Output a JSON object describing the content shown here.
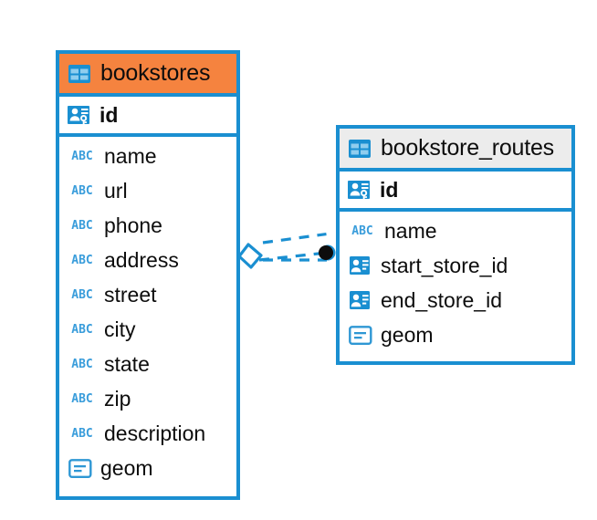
{
  "diagram": {
    "type": "entity-relationship-diagram",
    "colors": {
      "entity_border": "#1a8fd1",
      "header_highlight": "#f5833f",
      "header_default": "#ececec",
      "icon_blue": "#1a8fd1",
      "abc_blue": "#3a9ddb",
      "relation_line": "#1a8fd1",
      "relation_endpoint": "#0d0d0d",
      "text": "#0d0d0d"
    },
    "entities": [
      {
        "name": "bookstores",
        "header_style": "highlight",
        "table_icon": "table-icon",
        "primary_key": {
          "label": "id",
          "icon": "primary-key-icon"
        },
        "fields": [
          {
            "label": "name",
            "icon": "abc-text-icon",
            "icon_text": "ABC"
          },
          {
            "label": "url",
            "icon": "abc-text-icon",
            "icon_text": "ABC"
          },
          {
            "label": "phone",
            "icon": "abc-text-icon",
            "icon_text": "ABC"
          },
          {
            "label": "address",
            "icon": "abc-text-icon",
            "icon_text": "ABC"
          },
          {
            "label": "street",
            "icon": "abc-text-icon",
            "icon_text": "ABC"
          },
          {
            "label": "city",
            "icon": "abc-text-icon",
            "icon_text": "ABC"
          },
          {
            "label": "state",
            "icon": "abc-text-icon",
            "icon_text": "ABC"
          },
          {
            "label": "zip",
            "icon": "abc-text-icon",
            "icon_text": "ABC"
          },
          {
            "label": "description",
            "icon": "abc-text-icon",
            "icon_text": "ABC"
          },
          {
            "label": "geom",
            "icon": "geometry-icon",
            "icon_text": ""
          }
        ]
      },
      {
        "name": "bookstore_routes",
        "header_style": "default",
        "table_icon": "table-icon",
        "primary_key": {
          "label": "id",
          "icon": "primary-key-icon"
        },
        "fields": [
          {
            "label": "name",
            "icon": "abc-text-icon",
            "icon_text": "ABC"
          },
          {
            "label": "start_store_id",
            "icon": "foreign-key-icon",
            "icon_text": ""
          },
          {
            "label": "end_store_id",
            "icon": "foreign-key-icon",
            "icon_text": ""
          },
          {
            "label": "geom",
            "icon": "geometry-icon",
            "icon_text": ""
          }
        ]
      }
    ],
    "relationship": {
      "from": "bookstores",
      "to": "bookstore_routes",
      "line_style": "dashed",
      "source_marker": "diamond-crowsfoot-marker",
      "target_marker": "filled-circle-marker"
    }
  }
}
